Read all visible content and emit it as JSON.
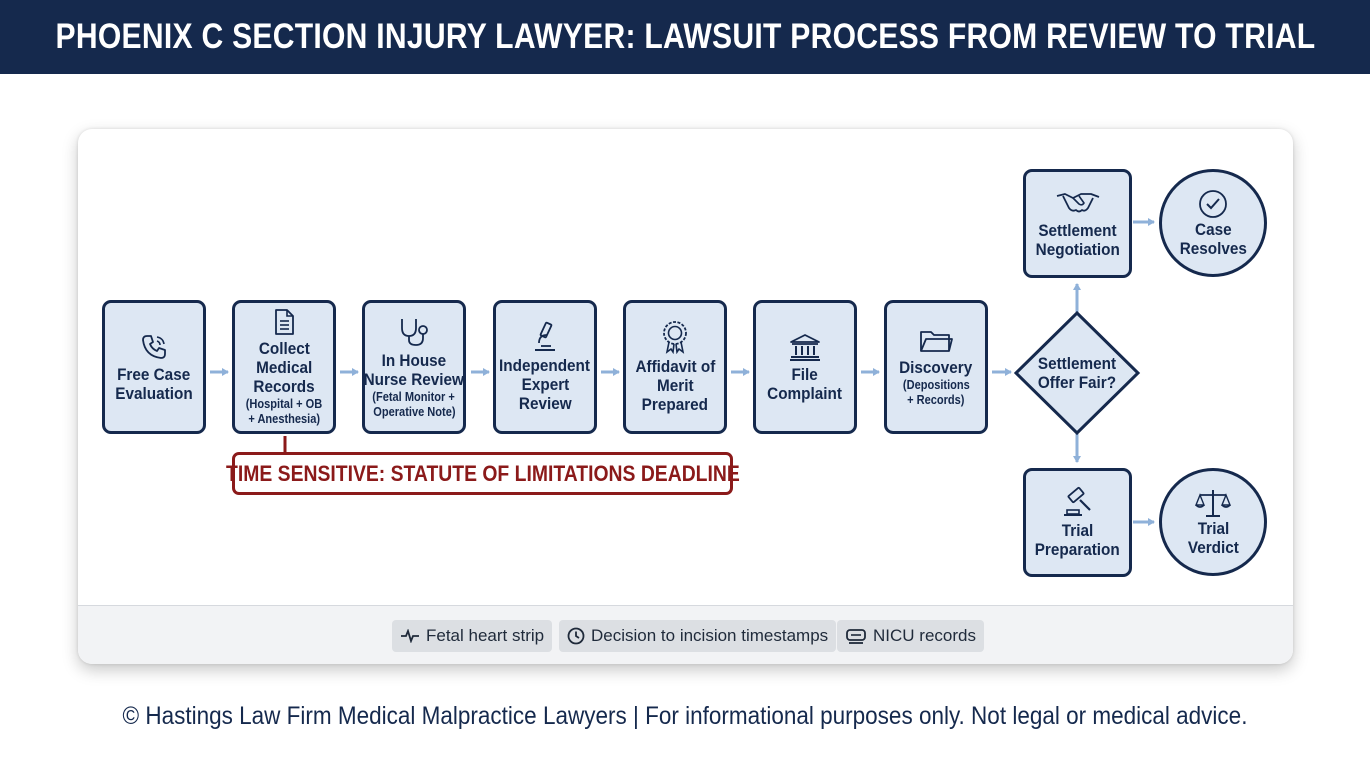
{
  "header": {
    "title": "PHOENIX C SECTION INJURY LAWYER: LAWSUIT PROCESS FROM REVIEW TO TRIAL"
  },
  "steps": [
    {
      "lines": [
        "Free Case",
        "Evaluation"
      ],
      "icon": "phone-icon"
    },
    {
      "lines": [
        "Collect",
        "Medical",
        "Records"
      ],
      "sub": [
        "(Hospital + OB",
        "+ Anesthesia)"
      ],
      "icon": "document-icon"
    },
    {
      "lines": [
        "In House",
        "Nurse Review"
      ],
      "sub": [
        "(Fetal Monitor +",
        "Operative Note)"
      ],
      "icon": "stethoscope-icon"
    },
    {
      "lines": [
        "Independent",
        "Expert",
        "Review"
      ],
      "icon": "microscope-icon"
    },
    {
      "lines": [
        "Affidavit of",
        "Merit",
        "Prepared"
      ],
      "icon": "award-seal-icon"
    },
    {
      "lines": [
        "File",
        "Complaint"
      ],
      "icon": "courthouse-icon"
    },
    {
      "lines": [
        "Discovery"
      ],
      "sub": [
        "(Depositions",
        "+ Records)"
      ],
      "icon": "folder-icon"
    }
  ],
  "decision": {
    "lines": [
      "Settlement",
      "Offer Fair?"
    ]
  },
  "settlement": {
    "lines": [
      "Settlement",
      "Negotiation"
    ],
    "icon": "handshake-icon"
  },
  "resolves": {
    "lines": [
      "Case",
      "Resolves"
    ],
    "icon": "check-circle-icon"
  },
  "trial_prep": {
    "lines": [
      "Trial",
      "Preparation"
    ],
    "icon": "gavel-icon"
  },
  "verdict": {
    "lines": [
      "Trial",
      "Verdict"
    ],
    "icon": "scales-icon"
  },
  "deadline": "TIME SENSITIVE: STATUTE OF LIMITATIONS DEADLINE",
  "tags": [
    {
      "label": "Fetal heart strip",
      "icon": "heartbeat-icon"
    },
    {
      "label": "Decision to incision timestamps",
      "icon": "clock-icon"
    },
    {
      "label": "NICU records",
      "icon": "incubator-icon"
    }
  ],
  "footer": "© Hastings Law Firm Medical Malpractice Lawyers | For informational purposes only. Not legal or medical advice.",
  "colors": {
    "navy": "#15294d",
    "box_fill": "#dde7f3",
    "arrow": "#8fb1d9",
    "alert": "#8b1a1a"
  }
}
